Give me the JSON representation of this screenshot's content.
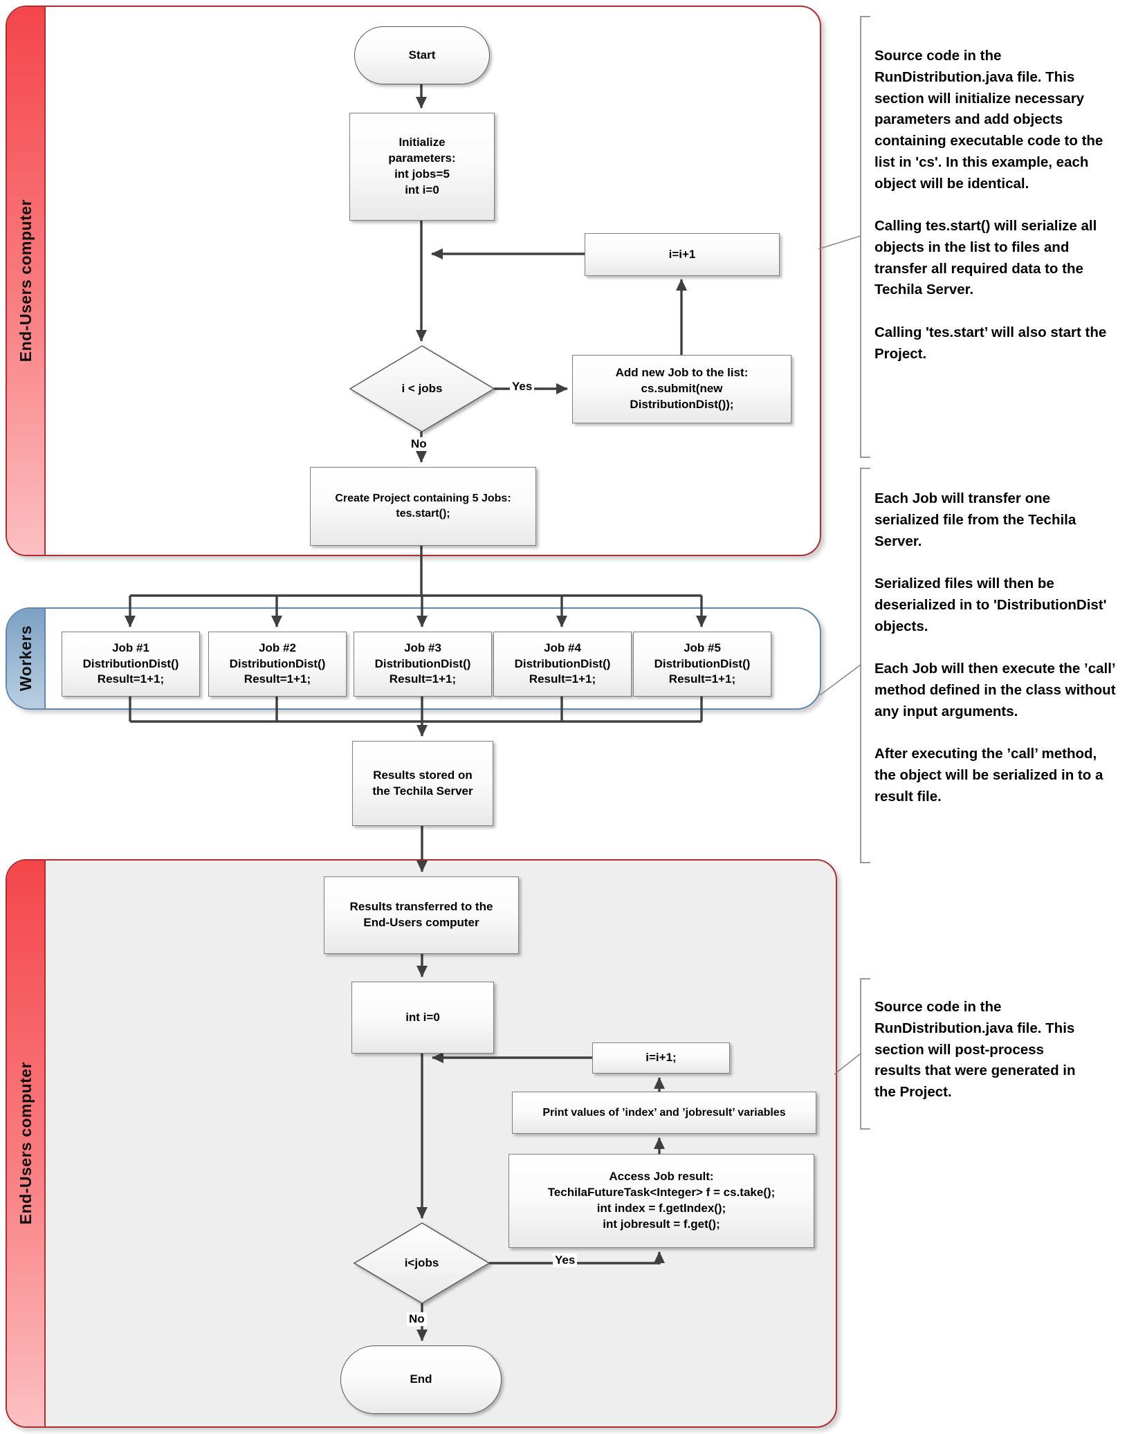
{
  "colors": {
    "red_border": "#b02b30",
    "red_strip_top": "#f4464b",
    "red_strip_bottom": "#fbc0c2",
    "blue_border": "#5f87ad",
    "blue_strip_top": "#7ca1c4",
    "blue_strip_bottom": "#bacfe2",
    "line": "#3f3f3f",
    "gray_body": "#efeeee"
  },
  "lanes": {
    "top_label": "End-Users computer",
    "workers_label": "Workers",
    "bottom_label": "End-Users computer"
  },
  "nodes": {
    "start": "Start",
    "init": "Initialize\nparameters:\nint jobs=5\nint i=0",
    "loop_inc_top": "i=i+1",
    "decision_top": "i < jobs",
    "add_job": "Add new Job to the list:\ncs.submit(new\nDistributionDist());",
    "create_project": "Create Project containing 5 Jobs:\ntes.start();",
    "results_stored": "Results stored on\nthe Techila Server",
    "results_transferred": "Results transferred to the\nEnd-Users computer",
    "init_index": "int i=0",
    "loop_inc_bottom": "i=i+1;",
    "print_values": "Print values of ’index’ and ’jobresult’ variables",
    "access_result": "Access Job result:\nTechilaFutureTask<Integer> f = cs.take();\nint index = f.getIndex();\nint jobresult = f.get();",
    "decision_bottom": "i<jobs",
    "end": "End"
  },
  "jobs": [
    {
      "text": "Job #1\nDistributionDist()\nResult=1+1;"
    },
    {
      "text": "Job #2\nDistributionDist()\nResult=1+1;"
    },
    {
      "text": "Job #3\nDistributionDist()\nResult=1+1;"
    },
    {
      "text": "Job #4\nDistributionDist()\nResult=1+1;"
    },
    {
      "text": "Job #5\nDistributionDist()\nResult=1+1;"
    }
  ],
  "edge_labels": {
    "yes_top": "Yes",
    "no_top": "No",
    "yes_bottom": "Yes",
    "no_bottom": "No"
  },
  "annotations": [
    {
      "text": "Source code in the RunDistribution.java file. This section will initialize necessary parameters and add objects containing executable code to the list in 'cs'. In this example, each object will be identical.\n\nCalling tes.start() will serialize all objects in the list to files and transfer all required data to the Techila Server.\n\nCalling 'tes.start’ will also start the Project."
    },
    {
      "text": "Each Job will transfer one serialized file from the Techila Server.\n\nSerialized files will then be deserialized in to 'DistributionDist' objects.\n\nEach Job will then execute the ’call’ method defined in the class without any input arguments.\n\nAfter executing the ’call’ method, the object will be serialized in to a result file."
    },
    {
      "text": "Source code in the RunDistribution.java file. This section will post-process results that were generated in the Project."
    }
  ]
}
